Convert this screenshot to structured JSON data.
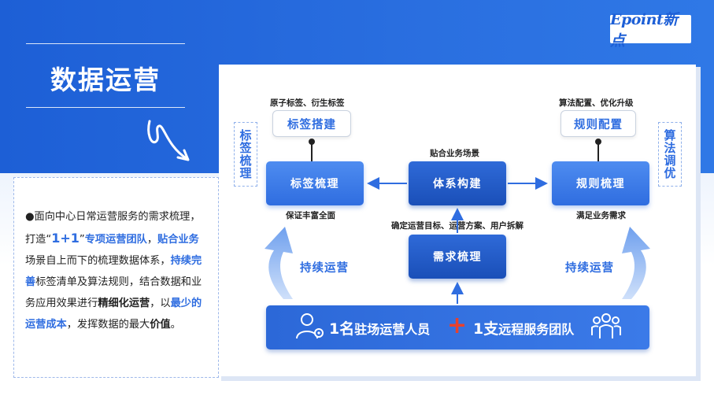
{
  "logo": {
    "text": "Epoint新点"
  },
  "title": "数据运营",
  "description": {
    "p1": "●面向中心日常运营服务的需求梳理，打造“",
    "h1": "1+1",
    "p2": "”",
    "h2": "专项运营团队",
    "p3": "，",
    "h3": "贴合业务",
    "p4": "场景自上而下的梳理数据体系，",
    "h4": "持续完善",
    "p5": "标签清单及算法规则，结合数据和业务应用效果进行",
    "h5": "精细化运营",
    "p6": "，以",
    "h6": "最少的运营成本",
    "p7": "，发挥数据的最大",
    "h7": "价值",
    "p8": "。"
  },
  "diagram": {
    "left_side_label": "标签梳理",
    "right_side_label": "算法调优",
    "left_top_caption": "原子标签、衍生标签",
    "left_top_box": "标签搭建",
    "right_top_caption": "算法配置、优化升级",
    "right_top_box": "规则配置",
    "center_top_caption": "贴合业务场景",
    "node_left": "标签梳理",
    "node_center": "体系构建",
    "node_right": "规则梳理",
    "node_left_caption": "保证丰富全面",
    "node_right_caption": "满足业务需求",
    "center_mid_caption": "确定运营目标、运营方案、用户拆解",
    "node_bottom": "需求梳理",
    "persist_left": "持续运营",
    "persist_right": "持续运营",
    "bar_left_num": "1名",
    "bar_left_text": "驻场运营人员",
    "bar_plus": "+",
    "bar_right_num": "1支",
    "bar_right_text": "远程服务团队"
  },
  "colors": {
    "brand_blue": "#2f6de0",
    "band_blue": "#1d5fd6",
    "plus_red": "#e8412c"
  },
  "icons": [
    "swoosh-arrow-icon",
    "person-gear-icon",
    "team-group-icon"
  ]
}
